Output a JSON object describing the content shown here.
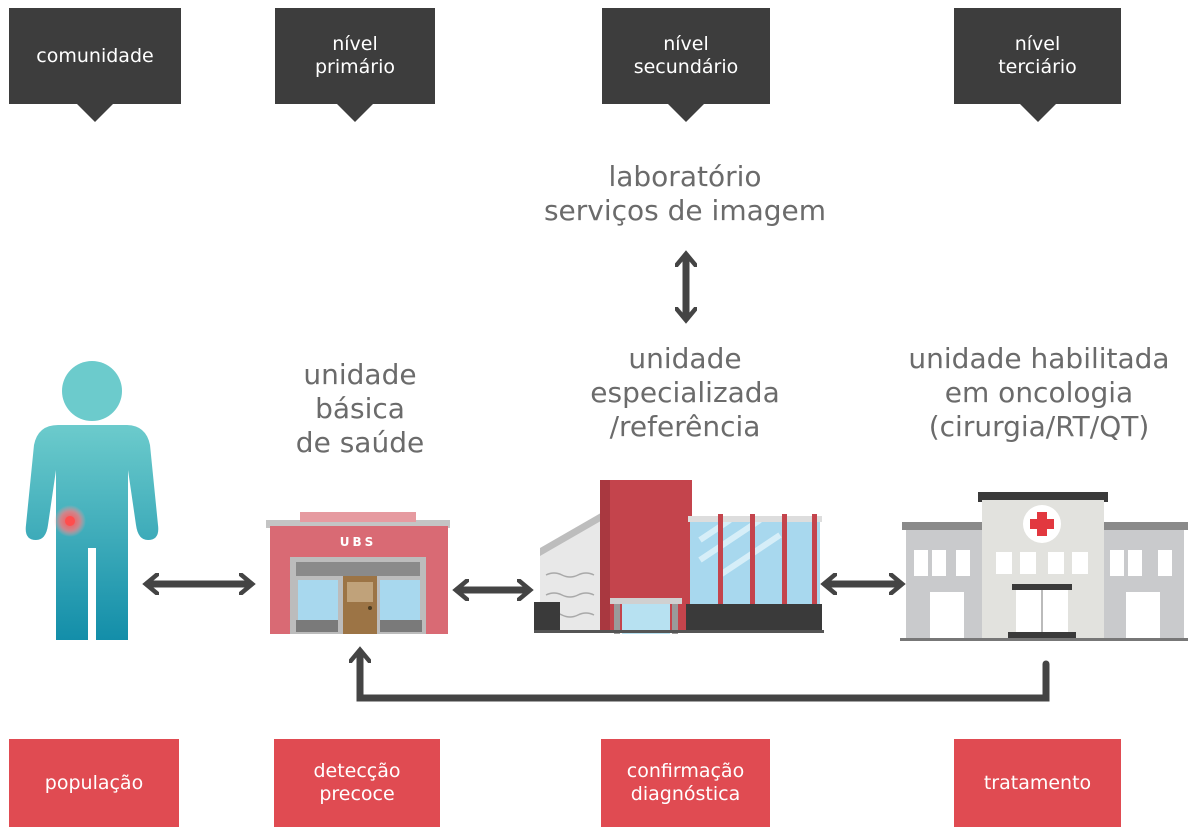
{
  "levels": [
    {
      "text": "comunidade"
    },
    {
      "text": "nível\nprimário"
    },
    {
      "text": "nível\nsecundário"
    },
    {
      "text": "nível\nterciário"
    }
  ],
  "labels": {
    "lab": "laboratório\nserviços de imagem",
    "ubs": "unidade\nbásica\nde saúde",
    "specialized": "unidade\nespecializada\n/referência",
    "oncology": "unidade habilitada\nem oncologia\n(cirurgia/RT/QT)"
  },
  "ubs_sign": "UBS",
  "stages": [
    {
      "text": "população"
    },
    {
      "text": "detecção\nprecoce"
    },
    {
      "text": "confirmação\ndiagnóstica"
    },
    {
      "text": "tratamento"
    }
  ],
  "colors": {
    "callout": "#3d3d3d",
    "stage": "#e04b52",
    "arrow": "#444444",
    "person_top": "#6ccbcc",
    "person_bottom": "#138ea9",
    "ubs": "#d96a74",
    "specialized_red": "#c4444c",
    "hospital": "#c9cacc",
    "cross": "#e2383f"
  },
  "icons": [
    "person-icon",
    "ubs-building-icon",
    "specialized-building-icon",
    "hospital-icon",
    "double-arrow-icon",
    "return-arrow-icon"
  ]
}
